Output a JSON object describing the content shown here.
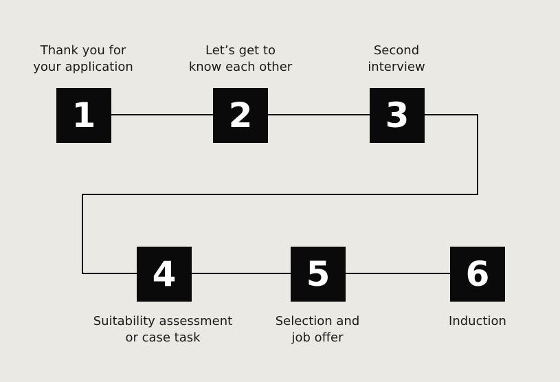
{
  "colors": {
    "background": "#ebe9e4",
    "box": "#0a0a0a",
    "number": "#ffffff",
    "line": "#111111",
    "text": "#1a1a1a"
  },
  "steps": [
    {
      "number": "1",
      "label_lines": [
        "Thank you for",
        "your application"
      ]
    },
    {
      "number": "2",
      "label_lines": [
        "Let’s get to",
        "know each other"
      ]
    },
    {
      "number": "3",
      "label_lines": [
        "Second",
        "interview"
      ]
    },
    {
      "number": "4",
      "label_lines": [
        "Suitability assessment",
        "or case task"
      ]
    },
    {
      "number": "5",
      "label_lines": [
        "Selection and",
        "job offer"
      ]
    },
    {
      "number": "6",
      "label_lines": [
        "Induction"
      ]
    }
  ]
}
